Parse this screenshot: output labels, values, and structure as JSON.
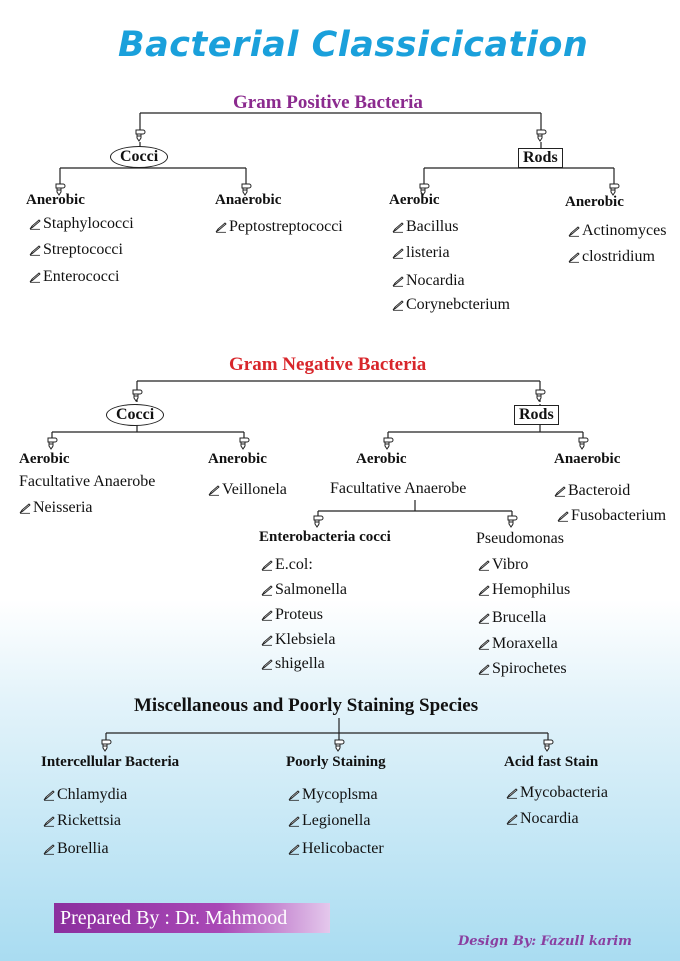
{
  "title": "Bacterial Classicication",
  "gram_positive": {
    "heading": "Gram Positive Bacteria",
    "color": "#8b2a8e",
    "cocci": {
      "label": "Cocci",
      "aerobic": {
        "label": "Anerobic",
        "items": [
          "Staphylococci",
          "Streptococci",
          "Enterococci"
        ]
      },
      "anaerobic": {
        "label": "Anaerobic",
        "items": [
          "Peptostreptococci"
        ]
      }
    },
    "rods": {
      "label": "Rods",
      "aerobic": {
        "label": "Aerobic",
        "items": [
          "Bacillus",
          "listeria",
          "Nocardia",
          "Corynebcterium"
        ]
      },
      "anaerobic": {
        "label": "Anerobic",
        "items": [
          "Actinomyces",
          "clostridium"
        ]
      }
    }
  },
  "gram_negative": {
    "heading": "Gram Negative Bacteria",
    "color": "#d8262b",
    "cocci": {
      "label": "Cocci",
      "aerobic": {
        "label": "Aerobic",
        "note": "Facultative Anaerobe",
        "items": [
          "Neisseria"
        ]
      },
      "anaerobic": {
        "label": "Anerobic",
        "items": [
          "Veillonela"
        ]
      }
    },
    "rods": {
      "label": "Rods",
      "aerobic": {
        "label": "Aerobic",
        "note": "Facultative  Anaerobe",
        "entero": {
          "label": "Enterobacteria cocci",
          "items": [
            "E.col:",
            "Salmonella",
            "Proteus",
            "Klebsiela",
            "shigella"
          ]
        },
        "pseudo": {
          "label": "Pseudomonas",
          "items": [
            "Vibro",
            "Hemophilus",
            "Brucella",
            "Moraxella",
            "Spirochetes"
          ]
        }
      },
      "anaerobic": {
        "label": "Anaerobic",
        "items": [
          "Bacteroid",
          "Fusobacterium"
        ]
      }
    }
  },
  "misc": {
    "heading": "Miscellaneous and Poorly Staining Species",
    "groups": [
      {
        "label": "Intercellular Bacteria",
        "items": [
          "Chlamydia",
          "Rickettsia",
          "Borellia"
        ]
      },
      {
        "label": "Poorly Staining",
        "items": [
          "Mycoplsma",
          "Legionella",
          "Helicobacter"
        ]
      },
      {
        "label": "Acid fast Stain",
        "items": [
          "Mycobacteria",
          "Nocardia"
        ]
      }
    ]
  },
  "footer": {
    "prepared": "Prepared By : Dr. Mahmood",
    "design": "Design By: Fazull karim"
  },
  "icons": {
    "branch": "pointer-hand-icon",
    "bullet": "pencil-icon"
  },
  "colors": {
    "title": "#1aa0db",
    "prepared_bg": "#8b2f9e",
    "design": "#8a3fa0"
  }
}
